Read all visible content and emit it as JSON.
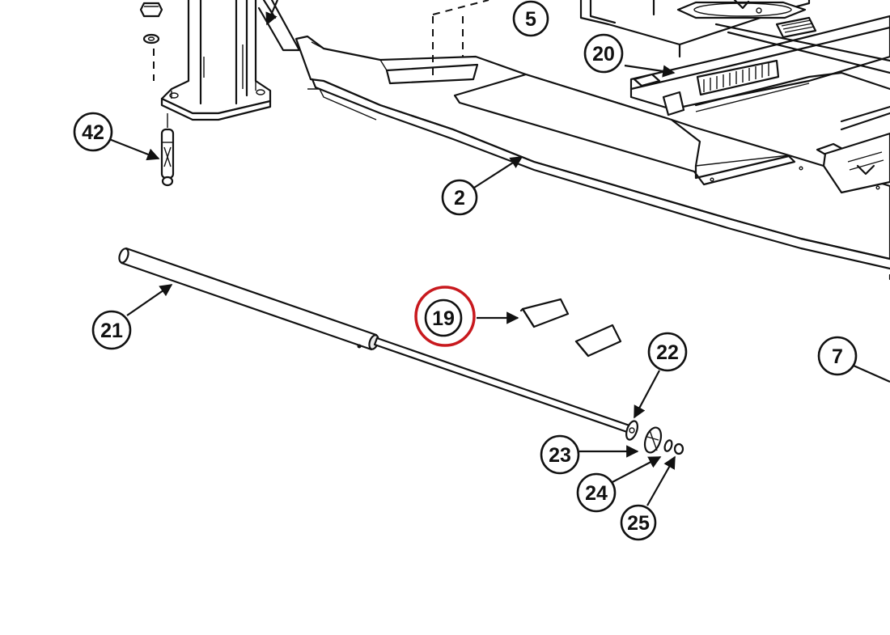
{
  "highlight_color": "#c8191e",
  "highlighted_callout": "19",
  "callouts": [
    {
      "id": "c5",
      "label": "5"
    },
    {
      "id": "c20",
      "label": "20"
    },
    {
      "id": "c42",
      "label": "42"
    },
    {
      "id": "c2",
      "label": "2"
    },
    {
      "id": "c21",
      "label": "21"
    },
    {
      "id": "c19",
      "label": "19"
    },
    {
      "id": "c22",
      "label": "22"
    },
    {
      "id": "c7",
      "label": "7"
    },
    {
      "id": "c23",
      "label": "23"
    },
    {
      "id": "c24",
      "label": "24"
    },
    {
      "id": "c25",
      "label": "25"
    }
  ]
}
